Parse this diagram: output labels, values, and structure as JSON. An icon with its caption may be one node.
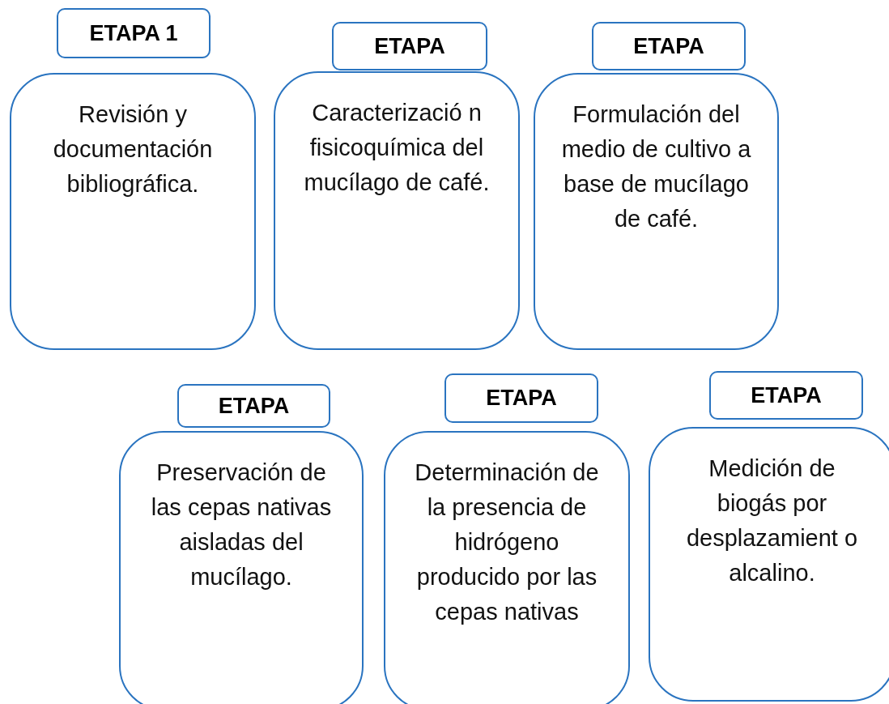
{
  "diagram": {
    "nodes": [
      {
        "text": [
          "ETAPA 1"
        ]
      },
      {
        "text": [
          "Revisión y documentación bibliográfica."
        ]
      },
      {
        "text": [
          "ETAPA"
        ]
      },
      {
        "text": [
          "Caracterizació n fisicoquímica del mucílago de café."
        ]
      },
      {
        "text": [
          "ETAPA"
        ]
      },
      {
        "text": [
          "Formulación del medio de cultivo a base de mucílago de café."
        ]
      },
      {
        "text": [
          "ETAPA"
        ]
      },
      {
        "text": [
          "Preservación de las cepas nativas aisladas del mucílago."
        ]
      },
      {
        "text": [
          "ETAPA"
        ]
      },
      {
        "text": [
          "Determinación de la presencia de hidrógeno producido por las cepas nativas"
        ]
      },
      {
        "text": [
          "ETAPA"
        ]
      },
      {
        "text": [
          "Medición de biogás por desplazamient o alcalino."
        ]
      }
    ]
  }
}
